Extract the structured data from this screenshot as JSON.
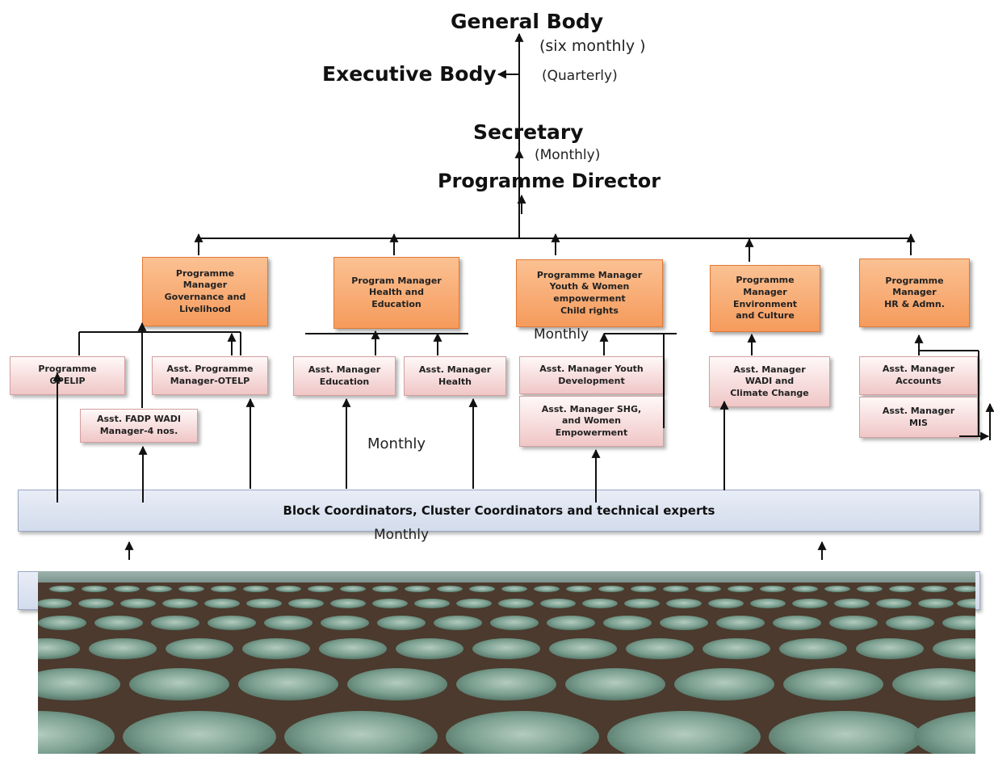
{
  "headings": {
    "general_body": "General Body",
    "executive_body": "Executive Body",
    "secretary": "Secretary",
    "programme_director": "Programme Director"
  },
  "frequency_notes": {
    "six_monthly": "(six monthly )",
    "quarterly": "(Quarterly)",
    "monthly_paren": "(Monthly)",
    "monthly_youth": "Monthly",
    "monthly_mid": "Monthly",
    "monthly_bottom": "Monthly"
  },
  "programme_managers": [
    {
      "label": "Programme\nManager\nGovernance and\nLivelihood"
    },
    {
      "label": "Program Manager\nHealth and\nEducation"
    },
    {
      "label": "Programme Manager\nYouth & Women\nempowerment\nChild rights"
    },
    {
      "label": "Programme\nManager\nEnvironment\nand Culture"
    },
    {
      "label": "Programme\nManager\nHR & Admn."
    }
  ],
  "assistants": [
    {
      "label": "Programme\nOPELIP"
    },
    {
      "label": "Asst. FADP WADI\nManager-4 nos."
    },
    {
      "label": "Asst. Programme\nManager-OTELP"
    },
    {
      "label": "Asst. Manager\nEducation"
    },
    {
      "label": "Asst. Manager\nHealth"
    },
    {
      "label": "Asst. Manager Youth\nDevelopment"
    },
    {
      "label": "Asst. Manager SHG,\nand  Women\nEmpowerment"
    },
    {
      "label": "Asst. Manager\nWADI and\nClimate Change"
    },
    {
      "label": "Asst. Manager\nAccounts"
    },
    {
      "label": "Asst. Manager\nMIS"
    }
  ],
  "coordinators_band": "Block Coordinators,  Cluster Coordinators and technical experts",
  "photo": {
    "subject": "cabbage field photograph",
    "colors": [
      "#5f7f76",
      "#8db0a3",
      "#4a3a2e"
    ]
  }
}
